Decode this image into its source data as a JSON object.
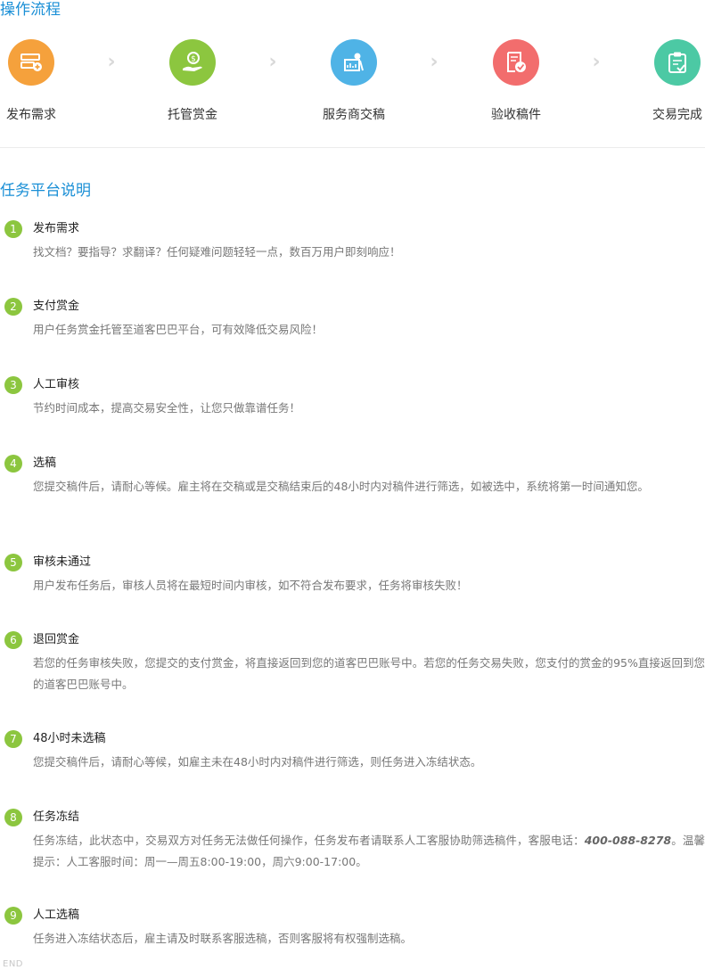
{
  "process": {
    "title": "操作流程",
    "steps": [
      {
        "label": "发布需求",
        "icon": "server-plus-icon",
        "color": "#f5a13c"
      },
      {
        "label": "托管赏金",
        "icon": "money-hand-icon",
        "color": "#8cc63f"
      },
      {
        "label": "服务商交稿",
        "icon": "presenter-board-icon",
        "color": "#4fb3e6"
      },
      {
        "label": "验收稿件",
        "icon": "document-check-icon",
        "color": "#f26d6d"
      },
      {
        "label": "交易完成",
        "icon": "clipboard-check-icon",
        "color": "#4cc9a4"
      }
    ]
  },
  "platform": {
    "title": "任务平台说明",
    "items": [
      {
        "num": "1",
        "title": "发布需求",
        "desc": "找文档？要指导？求翻译？任何疑难问题轻轻一点，数百万用户即刻响应！"
      },
      {
        "num": "2",
        "title": "支付赏金",
        "desc": "用户任务赏金托管至道客巴巴平台，可有效降低交易风险！"
      },
      {
        "num": "3",
        "title": "人工审核",
        "desc": "节约时间成本，提高交易安全性，让您只做靠谱任务！"
      },
      {
        "num": "4",
        "title": "选稿",
        "desc": "您提交稿件后，请耐心等候。雇主将在交稿或是交稿结束后的48小时内对稿件进行筛选，如被选中，系统将第一时间通知您。"
      },
      {
        "num": "5",
        "title": "审核未通过",
        "desc": "用户发布任务后，审核人员将在最短时间内审核，如不符合发布要求，任务将审核失败！"
      },
      {
        "num": "6",
        "title": "退回赏金",
        "desc": "若您的任务审核失败，您提交的支付赏金，将直接返回到您的道客巴巴账号中。若您的任务交易失败，您支付的赏金的95%直接返回到您的道客巴巴账号中。"
      },
      {
        "num": "7",
        "title": "48小时未选稿",
        "desc": "您提交稿件后，请耐心等候，如雇主未在48小时内对稿件进行筛选，则任务进入冻结状态。"
      },
      {
        "num": "8",
        "title": "任务冻结",
        "desc_pre": "任务冻结，此状态中，交易双方对任务无法做任何操作，任务发布者请联系人工客服协助筛选稿件，客服电话：",
        "phone": "400-088-8278",
        "desc_post": "。温馨提示：人工客服时间：周一—周五8:00-19:00，周六9:00-17:00。"
      },
      {
        "num": "9",
        "title": "人工选稿",
        "desc": "任务进入冻结状态后，雇主请及时联系客服选稿，否则客服将有权强制选稿。"
      }
    ]
  },
  "footer": {
    "end": "END"
  }
}
